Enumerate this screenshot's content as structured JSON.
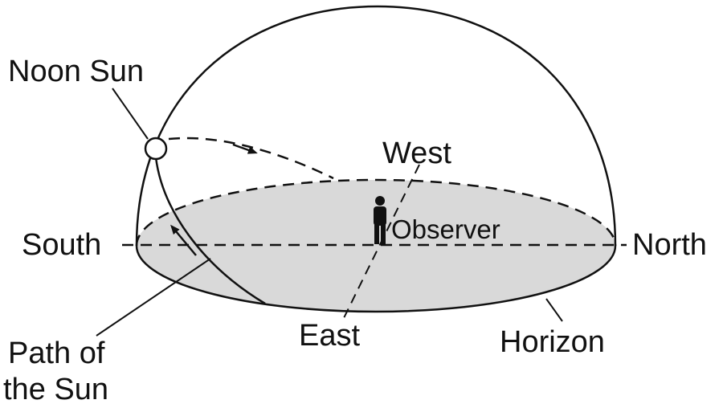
{
  "labels": {
    "noon_sun": "Noon Sun",
    "west": "West",
    "observer": "Observer",
    "south": "South",
    "north": "North",
    "east": "East",
    "horizon": "Horizon",
    "path_line1": "Path of",
    "path_line2": "the Sun"
  },
  "colors": {
    "line": "#111111",
    "horizon_fill": "#d9d9d9",
    "background": "#ffffff"
  }
}
